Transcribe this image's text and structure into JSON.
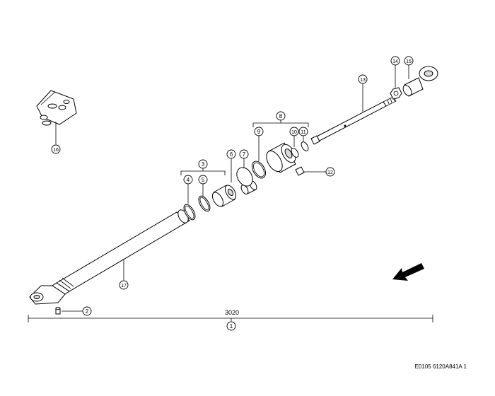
{
  "diagram": {
    "dimension_text": "3020",
    "reference_code": "E0105 6120A841A 1",
    "callouts": [
      "1",
      "2",
      "3",
      "4",
      "5",
      "6",
      "7",
      "8",
      "9",
      "10",
      "11",
      "12",
      "13",
      "14",
      "15",
      "16",
      "17"
    ]
  }
}
